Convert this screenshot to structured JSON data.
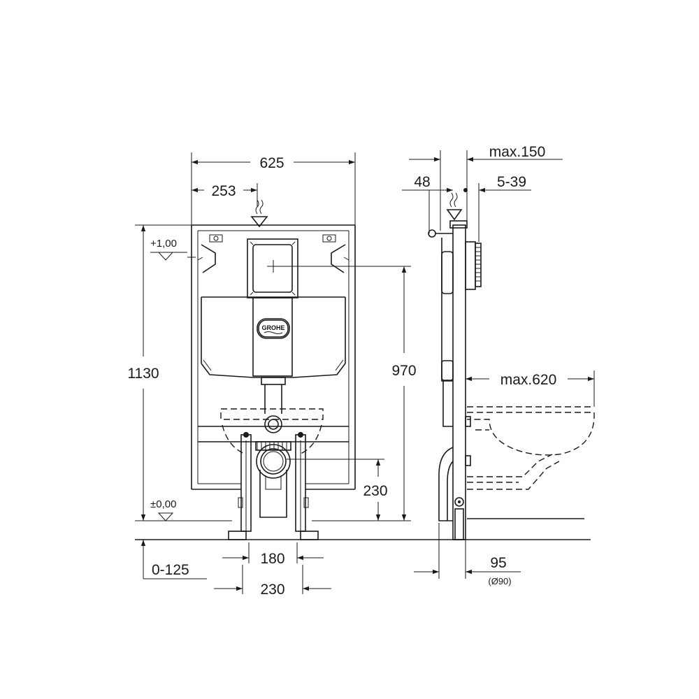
{
  "front_view": {
    "width": "625",
    "offset": "253",
    "height": "1130",
    "flush_height": "970",
    "outlet_height": "230",
    "level_top": "+1,00",
    "level_floor": "±0,00",
    "floor_range": "0-125",
    "feet_inner": "180",
    "feet_outer": "230",
    "brand": "GROHE"
  },
  "side_view": {
    "max_depth": "max.150",
    "wall_offset": "48",
    "adjust_range": "5-39",
    "max_projection": "max.620",
    "pipe_depth": "95",
    "pipe_diameter": "(Ø90)"
  }
}
